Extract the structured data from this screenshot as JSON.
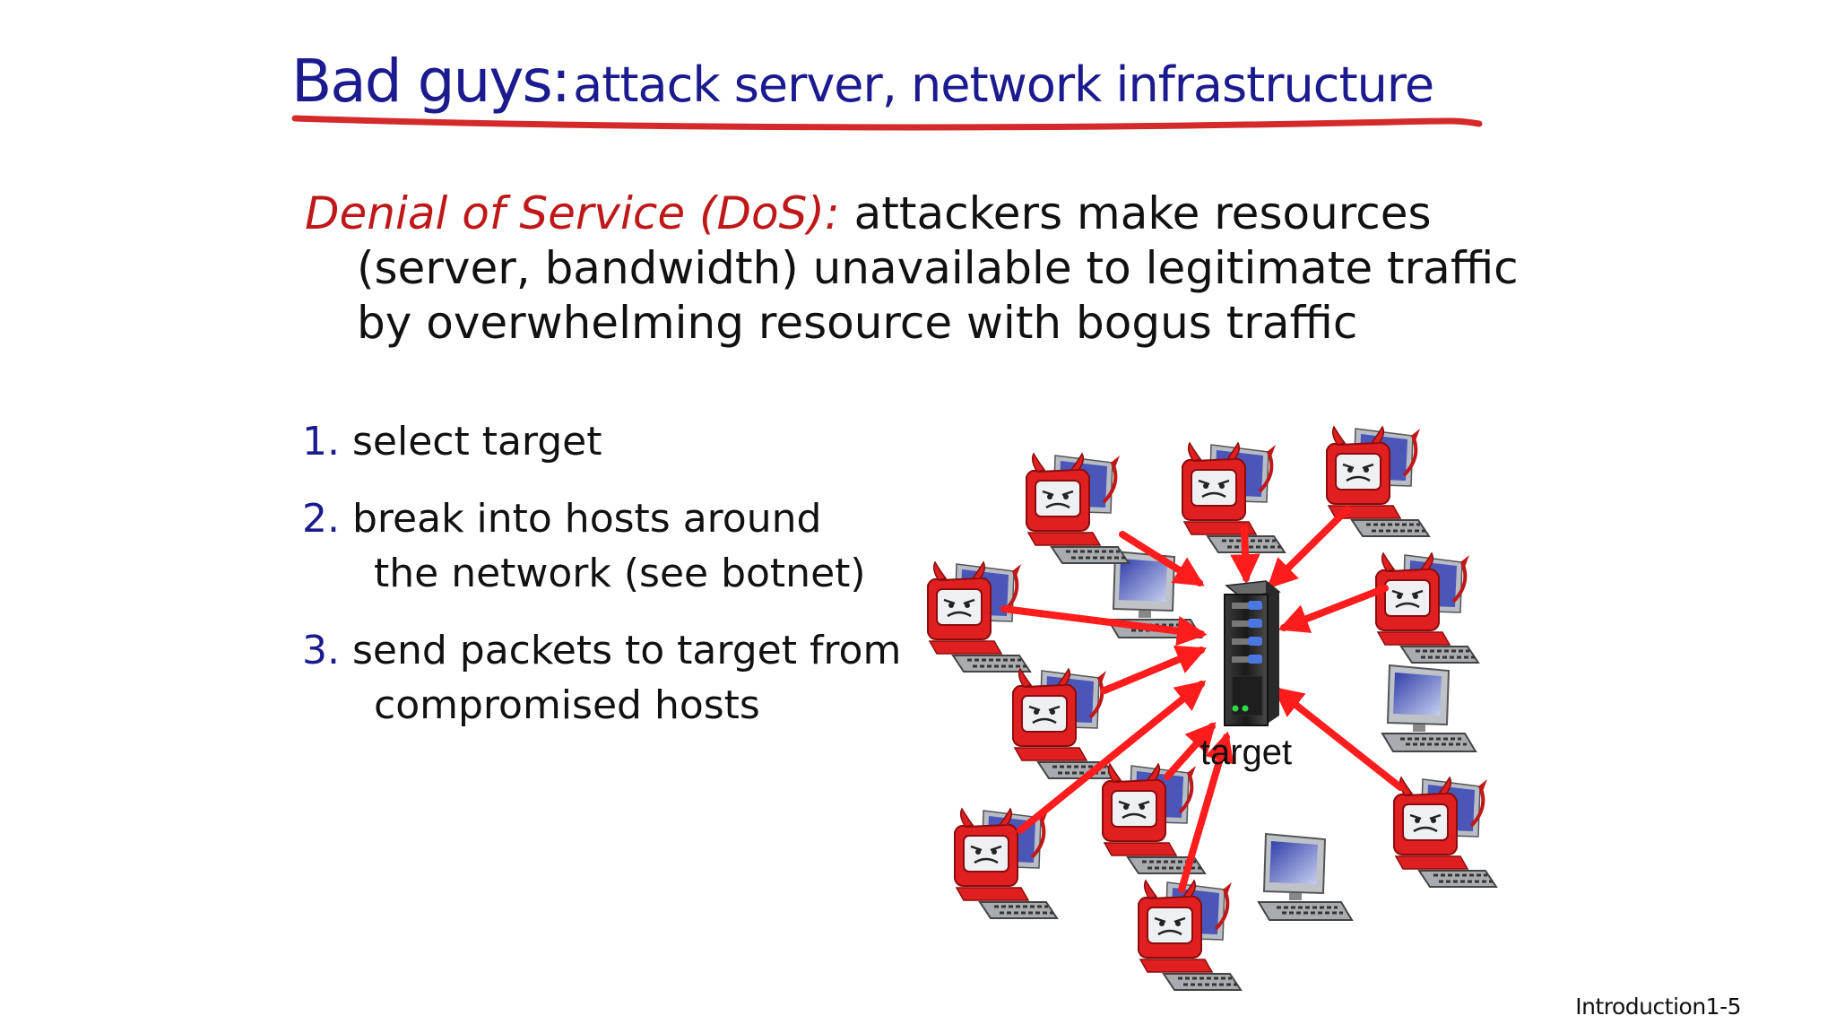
{
  "slide": {
    "title_main": "Bad guys:",
    "title_sub": "attack server, network infrastructure",
    "dos_term": "Denial of Service (DoS):",
    "dos_line1": "attackers make resources",
    "dos_line2": "(server, bandwidth) unavailable to legitimate traffic",
    "dos_line3": "by overwhelming resource with bogus traffic",
    "steps": [
      {
        "num": "1.",
        "line1": "select target",
        "line2": ""
      },
      {
        "num": "2.",
        "line1": "break into hosts around",
        "line2": "the network (see botnet)"
      },
      {
        "num": "3.",
        "line1": "send packets to target from",
        "line2": "compromised hosts"
      }
    ],
    "diagram_label": "target",
    "footer": "Introduction1-5"
  },
  "icons": {
    "server": "server-icon",
    "compromised_host": "compromised-host-icon",
    "host": "host-computer-icon",
    "arrow": "attack-arrow"
  },
  "colors": {
    "title": "#1b1b8f",
    "accent_red": "#c01818",
    "arrow": "#ff1c1c",
    "devil": "#e02020",
    "text": "#111111"
  }
}
